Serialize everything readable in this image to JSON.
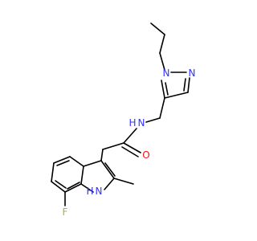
{
  "molecule": {
    "atoms": {
      "N1": "N",
      "N2": "N",
      "N_amide": "N",
      "H_amide": "H",
      "O": "O",
      "N_indole": "N",
      "H_indole": "H",
      "F": "F"
    }
  },
  "colors": {
    "bond": "#000000",
    "nitrogen": "#3333ff",
    "oxygen": "#ff0d0d",
    "fluorine": "#8fbf3f",
    "background": "#ffffff"
  }
}
